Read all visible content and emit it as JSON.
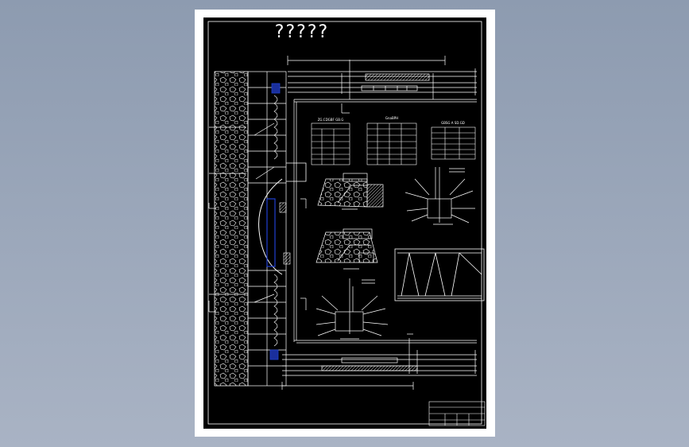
{
  "canvas": {
    "background_top": "#8d9bb0",
    "background_bottom": "#a9b3c4"
  },
  "sheet": {
    "paper_color": "#ffffff",
    "drawing_color": "#000000"
  },
  "title": "?????",
  "colors": {
    "line": "#ffffff",
    "accent": "#2040d0"
  },
  "tables": [
    {
      "header": "ZG.CDGBF GB.G"
    },
    {
      "header": "GnaBPH"
    },
    {
      "header": "GBSG A SD.GD"
    }
  ]
}
